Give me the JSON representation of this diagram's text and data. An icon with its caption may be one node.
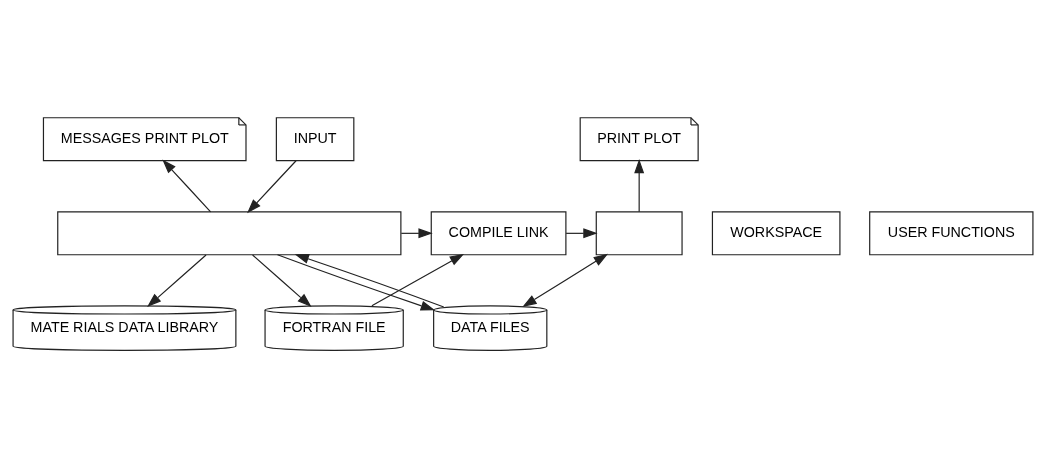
{
  "diagram": {
    "nodes": [
      {
        "text": [
          "INPUT"
        ]
      },
      {
        "text": [
          "MESSAGES PRINT PLOT"
        ]
      },
      {
        "text": [
          "PRINT PLOT"
        ]
      },
      {
        "text": [],
        "shape": "box"
      },
      {
        "text": [
          "COMPILE LINK"
        ]
      },
      {
        "text": [],
        "shape": "box"
      },
      {
        "text": [
          "WORKSPACE"
        ]
      },
      {
        "text": [
          "USER FUNCTIONS"
        ]
      },
      {
        "text": [
          "MATE RIALS DATA LIBRARY"
        ]
      },
      {
        "text": [
          "DATA FILES"
        ]
      },
      {
        "text": [
          "FORTRAN FILE"
        ]
      }
    ],
    "edges": [
      {
        "from": 0,
        "to": 3,
        "arrow": "to"
      },
      {
        "from": 3,
        "to": 1,
        "arrow": "to"
      },
      {
        "from": 3,
        "to": 4,
        "arrow": "to"
      },
      {
        "from": 3,
        "to": 8,
        "arrow": "to"
      },
      {
        "from": 3,
        "to": 9,
        "arrow": "to"
      },
      {
        "from": 9,
        "to": 3,
        "arrow": "to"
      },
      {
        "from": 3,
        "to": 10,
        "arrow": "to"
      },
      {
        "from": 10,
        "to": 4,
        "arrow": "to"
      },
      {
        "from": 4,
        "to": 5,
        "arrow": "to"
      },
      {
        "from": 5,
        "to": 2,
        "arrow": "to"
      },
      {
        "from": 5,
        "to": 9,
        "arrow": "both"
      }
    ]
  }
}
